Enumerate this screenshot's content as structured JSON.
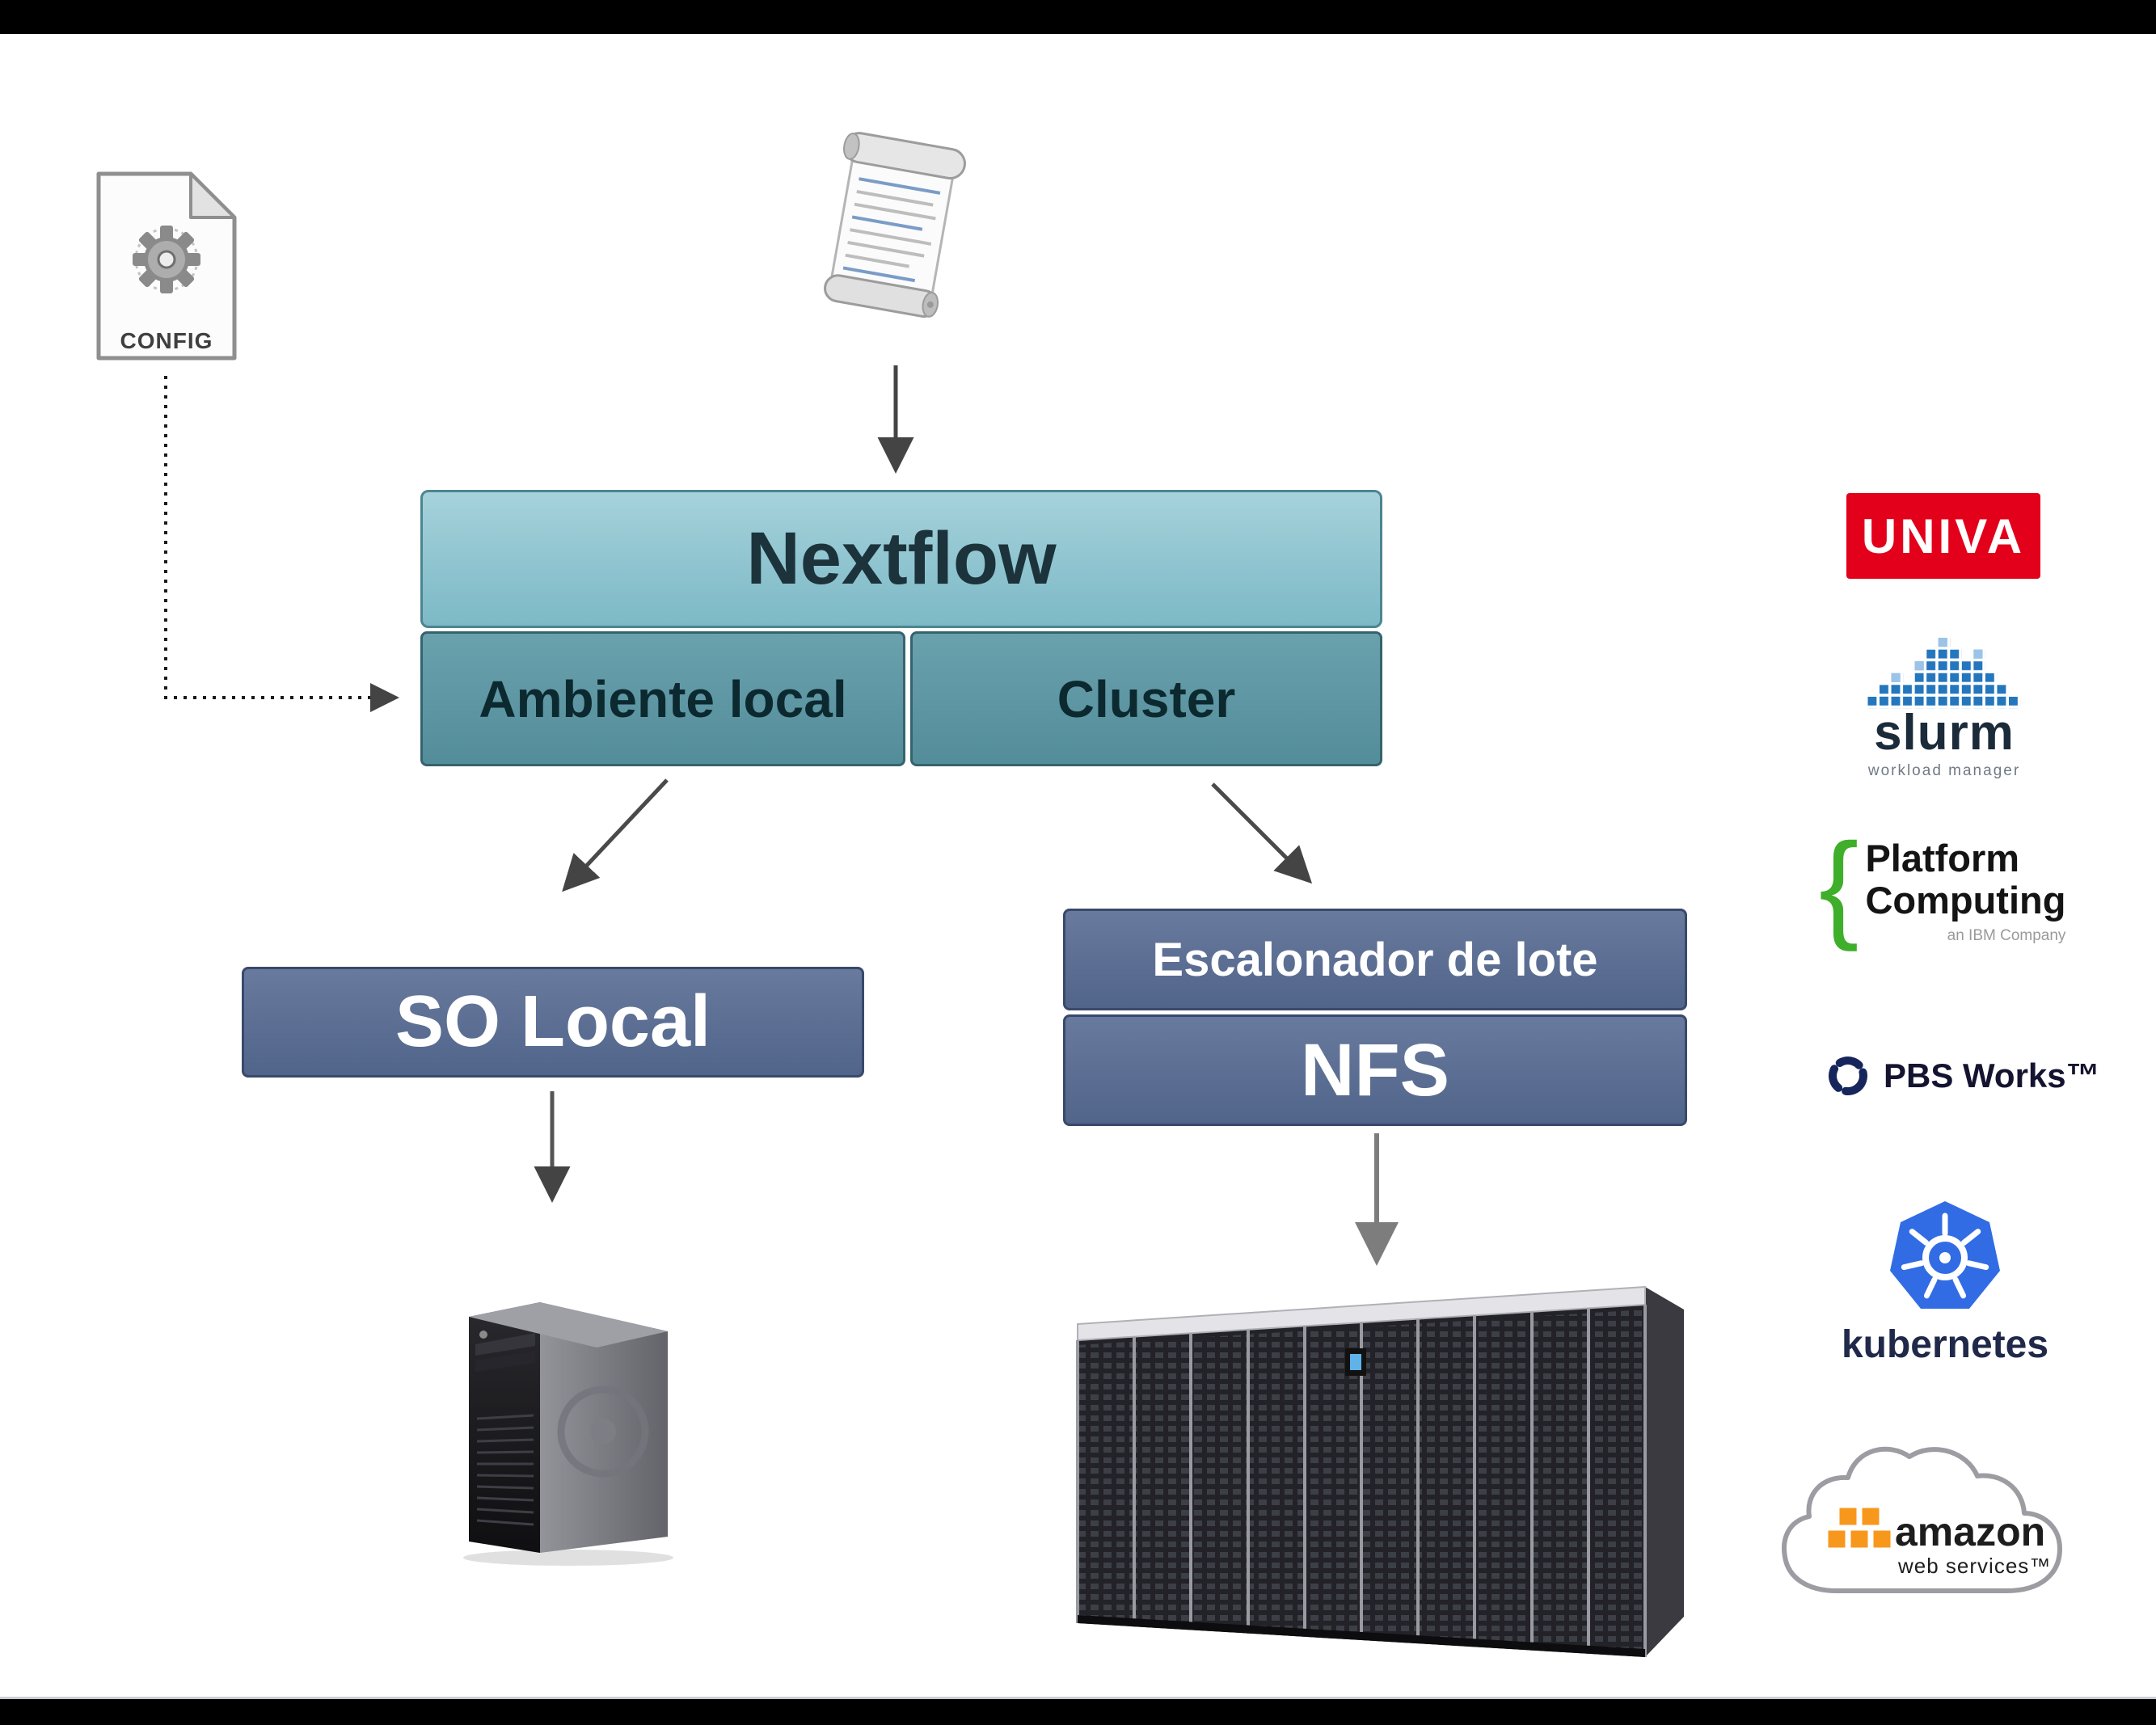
{
  "slide": {
    "config": {
      "label": "CONFIG"
    },
    "nodes": {
      "nextflow": "Nextflow",
      "ambiente_local": "Ambiente local",
      "cluster": "Cluster",
      "so_local": "SO Local",
      "escalonador": "Escalonador de lote",
      "nfs": "NFS"
    },
    "logos": {
      "univa": "UNIVA",
      "slurm_name": "slurm",
      "slurm_tagline": "workload manager",
      "platform_line1": "Platform",
      "platform_line2": "Computing",
      "platform_tagline": "an IBM Company",
      "pbs_works": "PBS Works™",
      "kubernetes": "kubernetes",
      "aws_line1": "amazon",
      "aws_line2": "web services™"
    },
    "icons": [
      "config-file-icon",
      "gear-icon",
      "script-scroll-icon",
      "workstation-image",
      "server-rack-image",
      "univa-logo",
      "slurm-logo",
      "platform-computing-logo",
      "pbs-works-logo",
      "kubernetes-logo",
      "aws-logo"
    ],
    "colors": {
      "nextflow_fill": "#8cc3cf",
      "sub_fill": "#5b96a3",
      "slate_fill": "#5c7092",
      "univa_red": "#e2001a",
      "slurm_blue": "#2476bd",
      "platform_green": "#3fae2a",
      "kubernetes_blue": "#326ce5",
      "aws_orange": "#f7981d",
      "arrow": "#4a4a4a"
    }
  }
}
